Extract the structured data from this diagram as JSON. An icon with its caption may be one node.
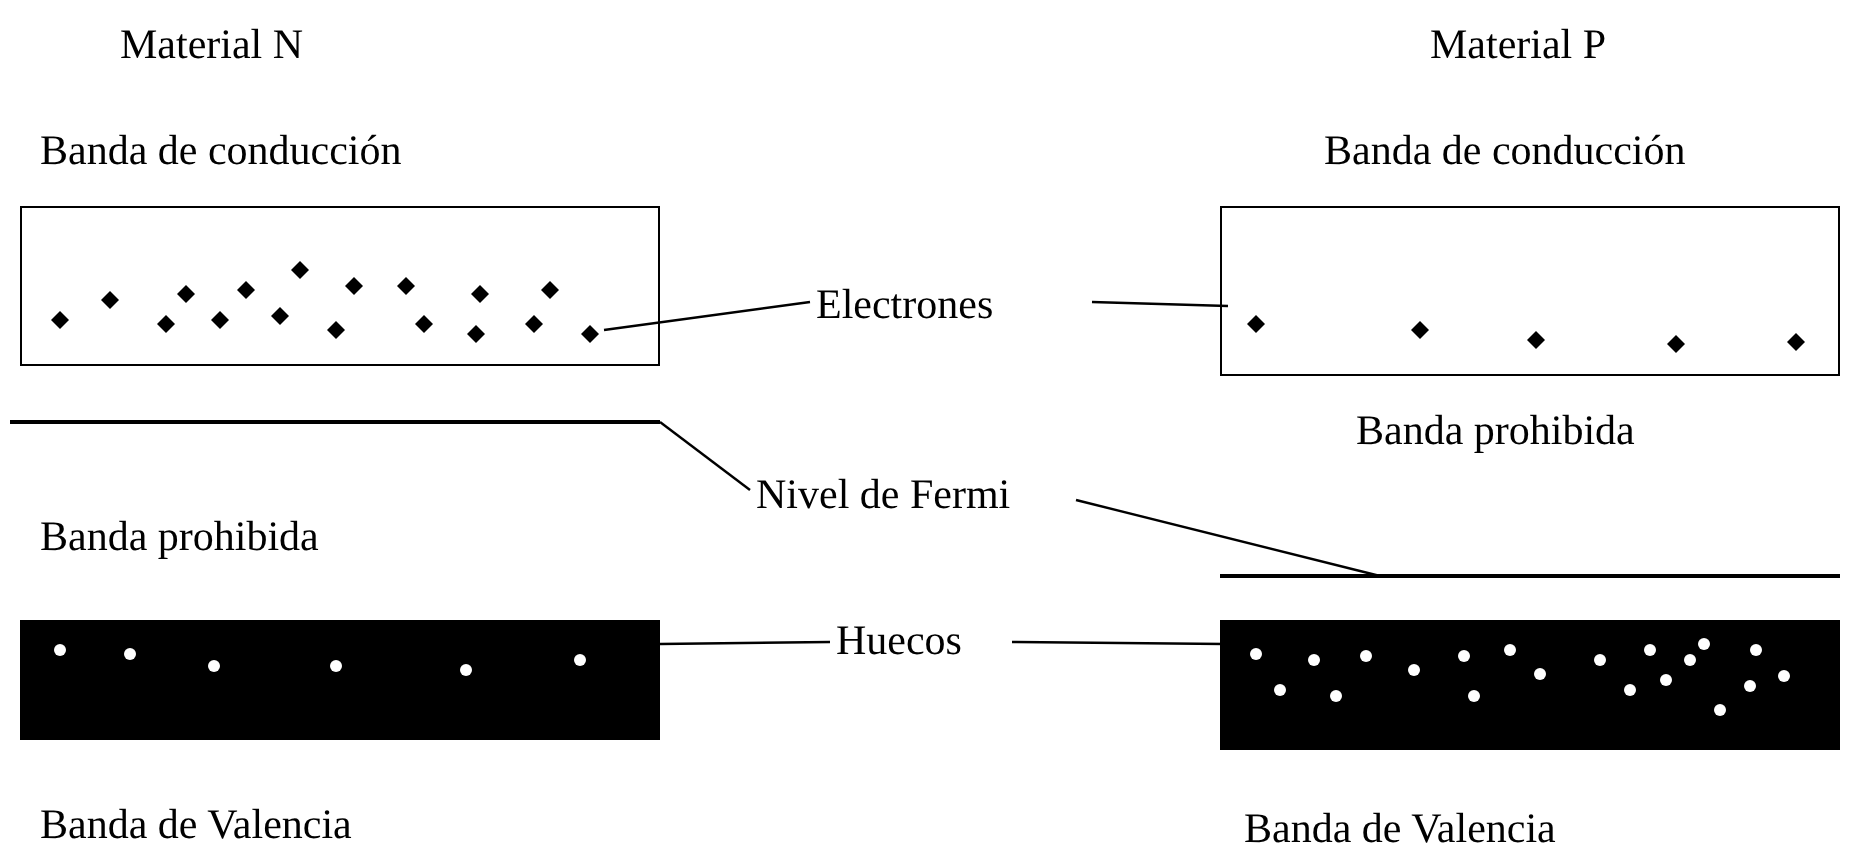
{
  "diagram": {
    "nodes": [
      {
        "text": [
          "Banda de conducción"
        ]
      },
      {
        "text": [
          "Banda de Valencia"
        ]
      },
      {
        "text": [
          "Banda de conducción"
        ]
      },
      {
        "text": [
          "Banda de Valencia"
        ]
      },
      {
        "text": [
          "Electrones"
        ]
      },
      {
        "text": [
          "Nivel de Fermi"
        ]
      },
      {
        "text": [
          "Huecos"
        ]
      },
      {
        "text": [],
        "shape": "bar"
      },
      {
        "text": [],
        "shape": "bar"
      }
    ],
    "edges": [
      {
        "from": 4,
        "to": 0,
        "arrow": "none"
      },
      {
        "from": 4,
        "to": 2,
        "arrow": "none"
      },
      {
        "from": 5,
        "to": 7,
        "arrow": "none"
      },
      {
        "from": 5,
        "to": 8,
        "arrow": "none"
      },
      {
        "from": 6,
        "to": 1,
        "arrow": "none"
      },
      {
        "from": 6,
        "to": 3,
        "arrow": "none"
      }
    ],
    "labels": [
      "Material N",
      "Material P",
      "Banda prohibida",
      "Banda prohibida"
    ]
  }
}
